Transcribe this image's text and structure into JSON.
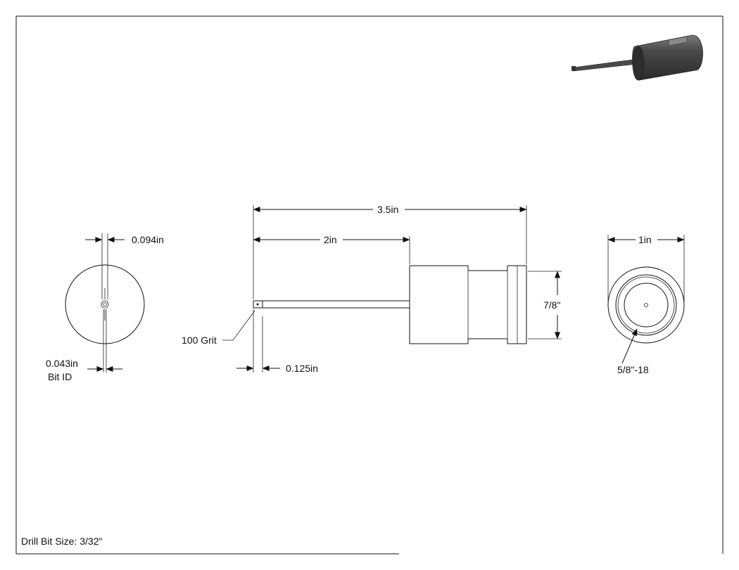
{
  "dimensions": {
    "wall_thickness": "0.094in",
    "bit_id_value": "0.043in",
    "bit_id_label": "Bit ID",
    "overall_length": "3.5in",
    "shank_length": "2in",
    "body_diameter": "7/8\"",
    "tip_length": "0.125in",
    "end_diameter": "1in",
    "thread_size": "5/8\"-18"
  },
  "callouts": {
    "grit": "100 Grit"
  },
  "title_block": {
    "drill_bit_size": "Drill Bit Size: 3/32\""
  },
  "colors": {
    "line": "#111111",
    "render_body": "#3a3a3a",
    "render_highlight": "#6a6a6a"
  }
}
